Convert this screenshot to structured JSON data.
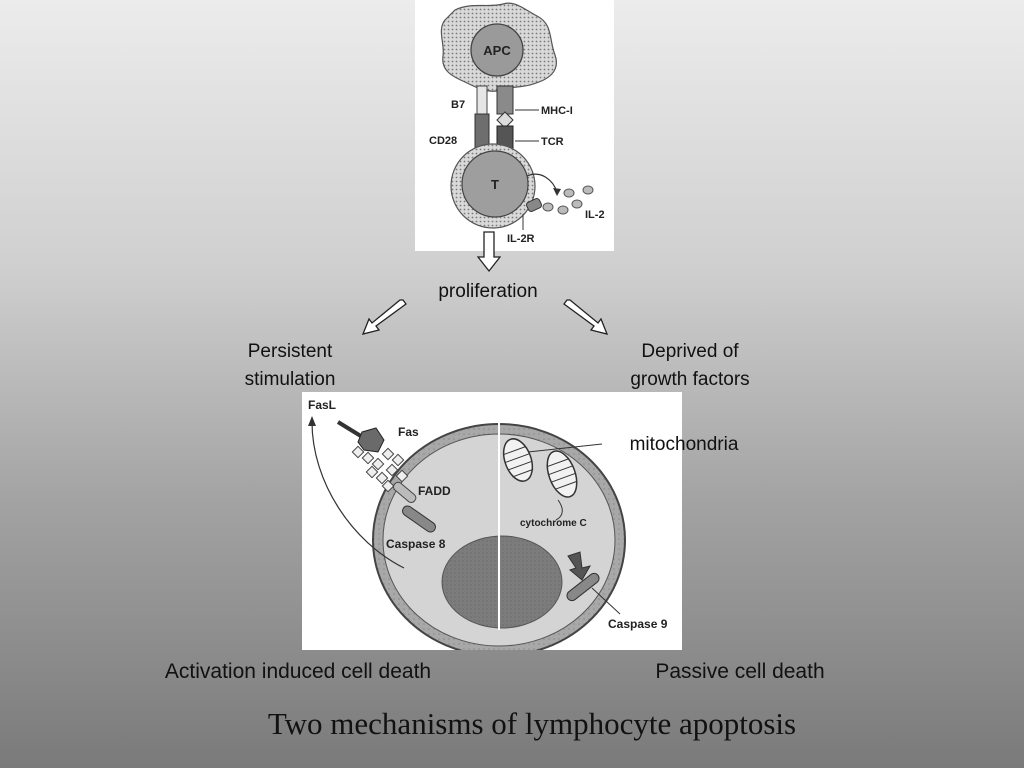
{
  "top_figure": {
    "apc": "APC",
    "b7": "B7",
    "mhc": "MHC-I",
    "cd28": "CD28",
    "tcr": "TCR",
    "t_cell": "T",
    "il2": "IL-2",
    "il2r": "IL-2R"
  },
  "flow": {
    "proliferation": "proliferation",
    "left_branch": "Persistent\nstimulation",
    "right_branch": "Deprived of\ngrowth factors"
  },
  "bottom_figure": {
    "fasl": "FasL",
    "fas": "Fas",
    "fadd": "FADD",
    "caspase8": "Caspase 8",
    "cytochrome": "cytochrome C",
    "caspase9": "Caspase 9",
    "mitochondria": "mitochondria"
  },
  "outcomes": {
    "left": "Activation induced cell death",
    "right": "Passive cell death"
  },
  "caption": "Two mechanisms of lymphocyte apoptosis"
}
